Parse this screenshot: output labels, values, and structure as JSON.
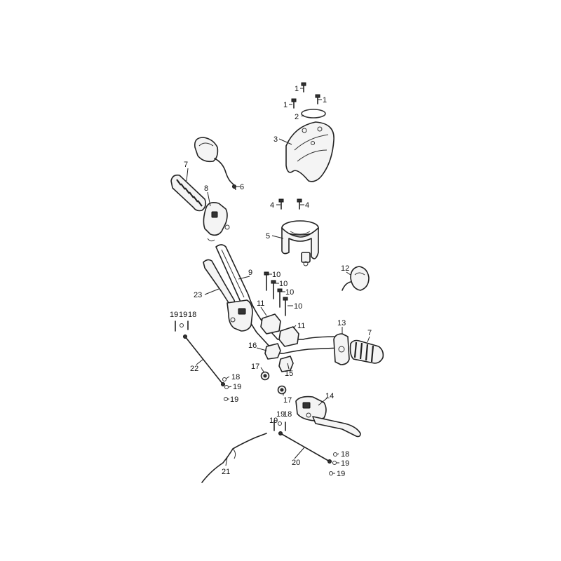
{
  "figure": {
    "type": "exploded parts diagram",
    "callouts": [
      {
        "id": "c1a",
        "text": "1"
      },
      {
        "id": "c1b",
        "text": "1"
      },
      {
        "id": "c1c",
        "text": "1"
      },
      {
        "id": "c2",
        "text": "2"
      },
      {
        "id": "c3",
        "text": "3"
      },
      {
        "id": "c4a",
        "text": "4"
      },
      {
        "id": "c4b",
        "text": "4"
      },
      {
        "id": "c5",
        "text": "5"
      },
      {
        "id": "c6",
        "text": "6"
      },
      {
        "id": "c7a",
        "text": "7"
      },
      {
        "id": "c7b",
        "text": "7"
      },
      {
        "id": "c8",
        "text": "8"
      },
      {
        "id": "c9",
        "text": "9"
      },
      {
        "id": "c10a",
        "text": "10"
      },
      {
        "id": "c10b",
        "text": "10"
      },
      {
        "id": "c10c",
        "text": "10"
      },
      {
        "id": "c10d",
        "text": "10"
      },
      {
        "id": "c11a",
        "text": "11"
      },
      {
        "id": "c11b",
        "text": "11"
      },
      {
        "id": "c12",
        "text": "12"
      },
      {
        "id": "c13",
        "text": "13"
      },
      {
        "id": "c14",
        "text": "14"
      },
      {
        "id": "c15",
        "text": "15"
      },
      {
        "id": "c16",
        "text": "16"
      },
      {
        "id": "c17a",
        "text": "17"
      },
      {
        "id": "c17b",
        "text": "17"
      },
      {
        "id": "c18a",
        "text": "18"
      },
      {
        "id": "c18b",
        "text": "18"
      },
      {
        "id": "c18c",
        "text": "18"
      },
      {
        "id": "c18d",
        "text": "18"
      },
      {
        "id": "c19a",
        "text": "19"
      },
      {
        "id": "c19b",
        "text": "19"
      },
      {
        "id": "c19c",
        "text": "19"
      },
      {
        "id": "c19d",
        "text": "19"
      },
      {
        "id": "c19e",
        "text": "19"
      },
      {
        "id": "c19f",
        "text": "19"
      },
      {
        "id": "c19g",
        "text": "19"
      },
      {
        "id": "c19h",
        "text": "19"
      },
      {
        "id": "c20",
        "text": "20"
      },
      {
        "id": "c21",
        "text": "21"
      },
      {
        "id": "c22",
        "text": "22"
      },
      {
        "id": "c23",
        "text": "23"
      }
    ]
  }
}
